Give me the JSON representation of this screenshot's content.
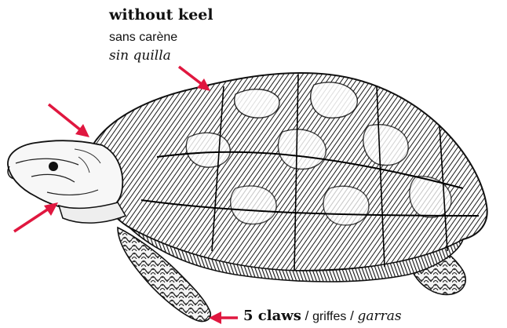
{
  "keel_label": {
    "english": "without keel",
    "french": "sans carène",
    "spanish": "sin quilla"
  },
  "claws_label": {
    "english": "5 claws",
    "separator": " / ",
    "french": "griffes",
    "spanish": "garras"
  },
  "colors": {
    "arrow": "#e0173f",
    "ink": "#111111",
    "background": "#ffffff"
  },
  "illustration": {
    "subject": "tortoise",
    "style": "black-and-white engraving"
  }
}
